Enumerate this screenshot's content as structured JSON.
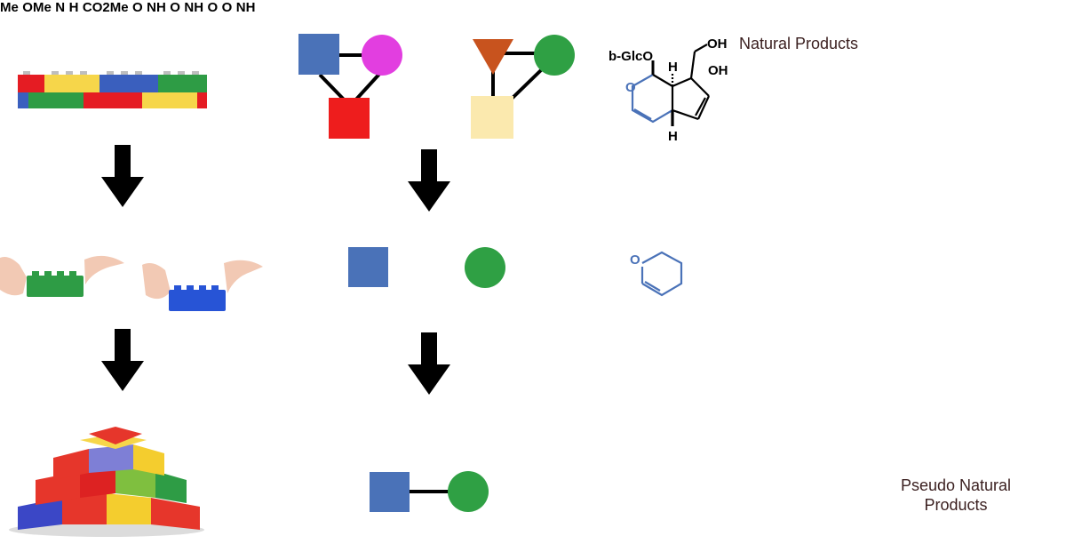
{
  "labels": {
    "natural_products": "Natural Products",
    "pseudo_natural_products_line1": "Pseudo Natural",
    "pseudo_natural_products_line2": "Products"
  },
  "chem_text": {
    "glc": "b-GlcO",
    "oh_top": "OH",
    "oh": "OH",
    "h_a": "H",
    "h_b": "H",
    "o_ring": "O",
    "me": "Me",
    "ome": "OMe",
    "n_ring": "N",
    "h_c": "H",
    "co2me": "CO2Me",
    "oxindole_o": "O",
    "nh": "NH",
    "dhp_o": "O",
    "spiro_o": "O",
    "spiro_ketone_o": "O"
  },
  "colors": {
    "arrow": "#000000",
    "square_blue": "#4a72b8",
    "circle_magenta": "#e23ee0",
    "square_red": "#ee1d1d",
    "triangle_orange": "#c8531e",
    "circle_green": "#2fa044",
    "square_cream": "#fbe9ae",
    "fragment_blue": "#4a72b8",
    "fragment_green": "#2fa044",
    "text_dark": "#3a1f1f"
  },
  "icons": [
    "lego-bricks-image",
    "hand-holding-brick-image",
    "lego-pyramid-image"
  ]
}
